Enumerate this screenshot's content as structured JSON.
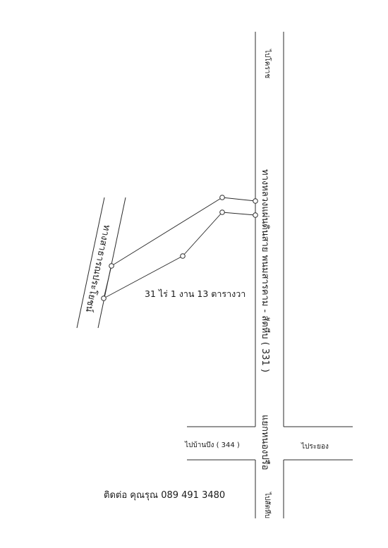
{
  "labels": {
    "north_direction": "ไปโคราช",
    "south_direction": "ไปสัตหีบ",
    "east_direction": "ไประยอง",
    "west_direction": "ไปบ้านบึง ( 344 )",
    "main_highway": "ทางหลวงแผ่นดินสาย พนมสารคาม - สัตหีบ ( 331 )",
    "intersection": "แยกหนองปรือ",
    "side_road": "ทางสาธารณประโยชน์",
    "land_area": "31 ไร่ 1 งาน 13 ตารางวา",
    "contact": "ติดต่อ คุณรุณ 089 491 3480"
  }
}
